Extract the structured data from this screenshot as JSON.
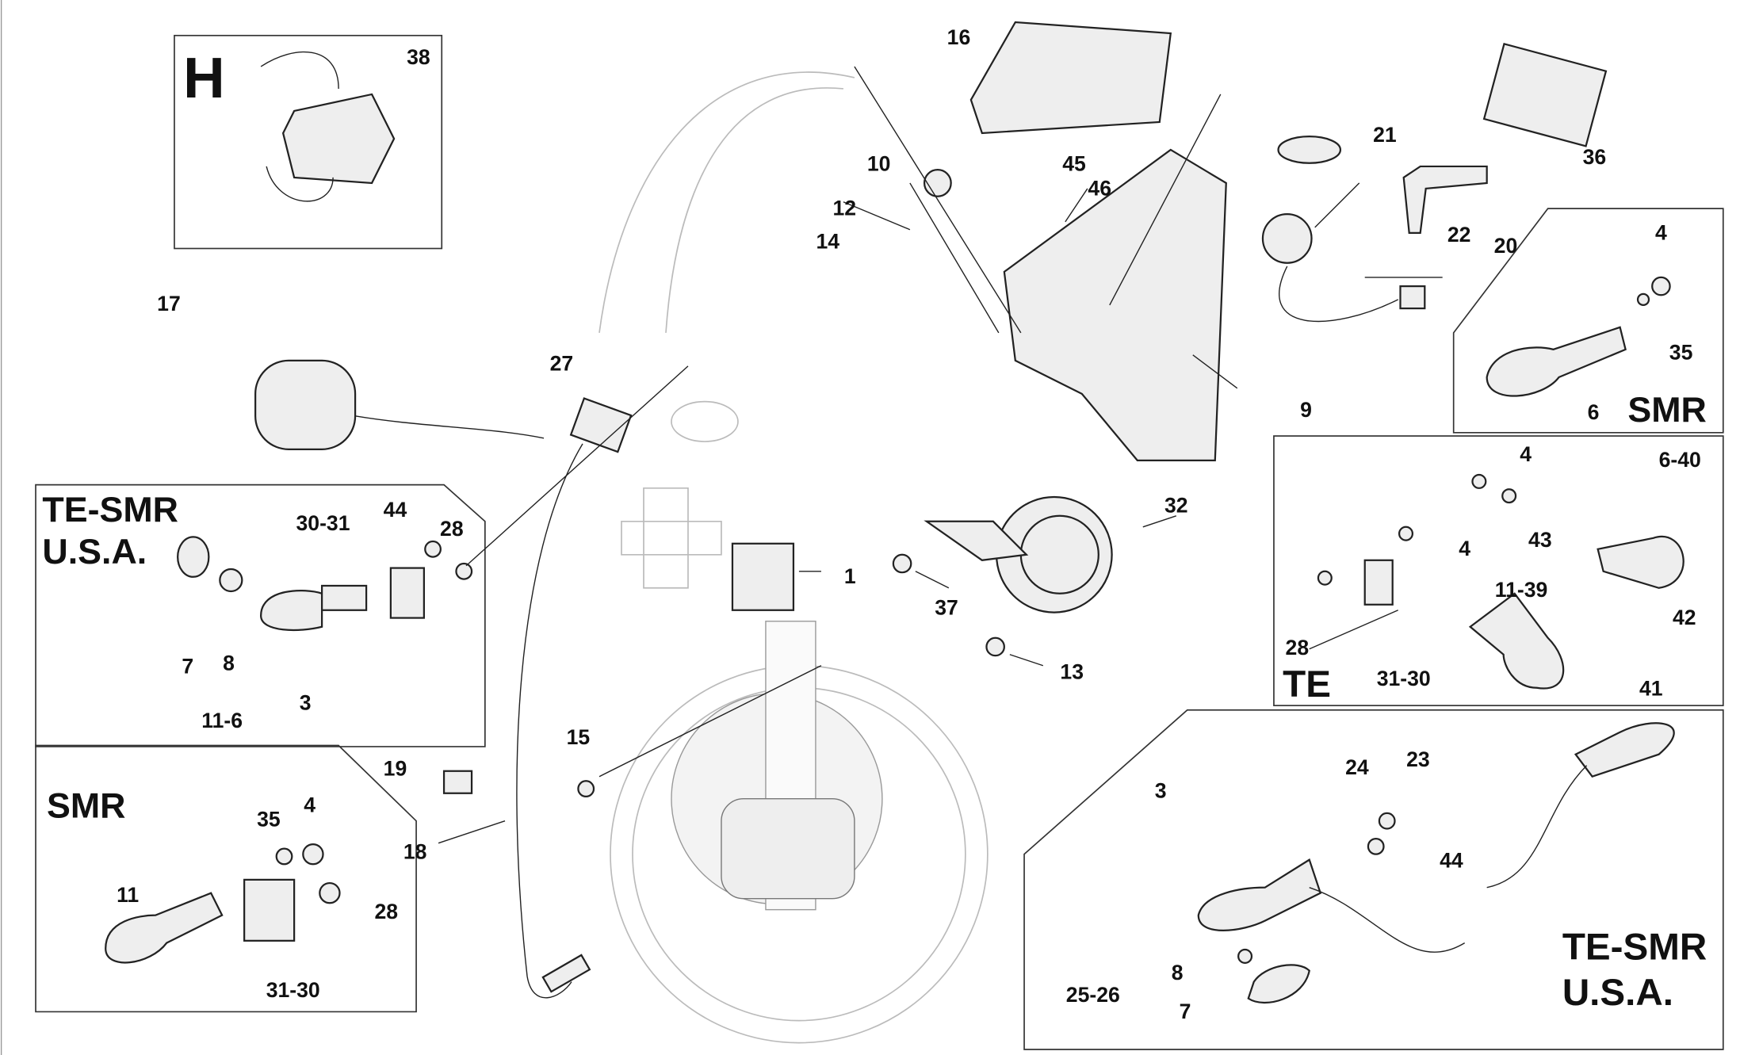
{
  "title_letter": "H",
  "callouts": [
    "38",
    "16",
    "10",
    "12",
    "14",
    "45",
    "46",
    "21",
    "36",
    "22",
    "20",
    "17",
    "27",
    "9",
    "4",
    "35",
    "6",
    "30-31",
    "44",
    "28",
    "7",
    "8",
    "3",
    "11-6",
    "32",
    "1",
    "37",
    "13",
    "4",
    "6-40",
    "43",
    "4",
    "11-39",
    "42",
    "28",
    "31-30",
    "41",
    "35",
    "4",
    "11",
    "28",
    "31-30",
    "19",
    "15",
    "18",
    "3",
    "24",
    "23",
    "44",
    "8",
    "25-26",
    "7"
  ],
  "section_labels": {
    "smr_top": "SMR",
    "te_smr_usa_left_line1": "TE-SMR",
    "te_smr_usa_left_line2": "U.S.A.",
    "te": "TE",
    "smr_bottom": "SMR",
    "te_smr_usa_right_line1": "TE-SMR",
    "te_smr_usa_right_line2": "U.S.A."
  }
}
